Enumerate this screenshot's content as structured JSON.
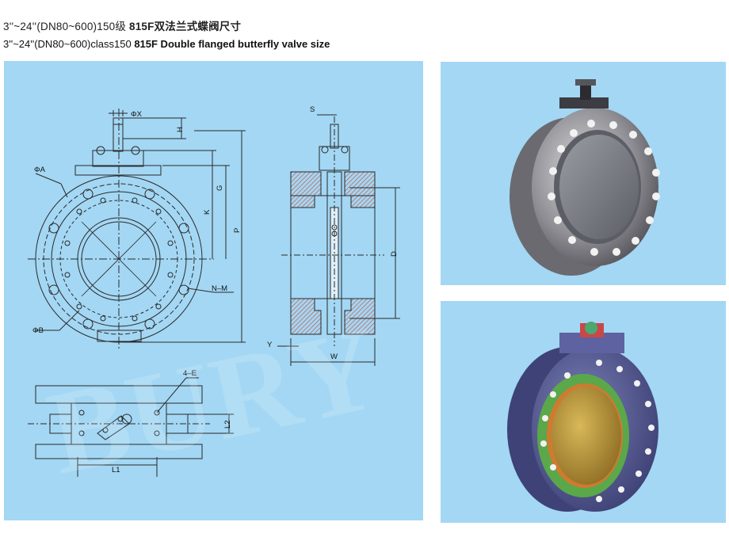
{
  "header": {
    "title_zh_prefix": "3''~24''(DN80~600)150级 ",
    "title_zh_bold": "815F",
    "title_zh_suffix": "双法兰式蝶阀尺寸",
    "title_en_prefix": "3''~24''(DN80~600)class150 ",
    "title_en_bold": "815F Double flanged butterfly valve size"
  },
  "drawing": {
    "labels": {
      "phi_x": "ΦX",
      "h": "H",
      "phi_a": "ΦA",
      "g": "G",
      "k": "K",
      "p": "P",
      "n_m": "N–M",
      "phi_b": "ΦB",
      "s": "S",
      "d": "D",
      "y": "Y",
      "w": "W",
      "four_e": "4–E",
      "l2": "L2",
      "l1": "L1"
    }
  },
  "watermark": {
    "text": "BURY"
  },
  "colors": {
    "panel_bg": "#a3d7f4",
    "line": "#2a2a2a",
    "hatch": "#c45a4a"
  }
}
